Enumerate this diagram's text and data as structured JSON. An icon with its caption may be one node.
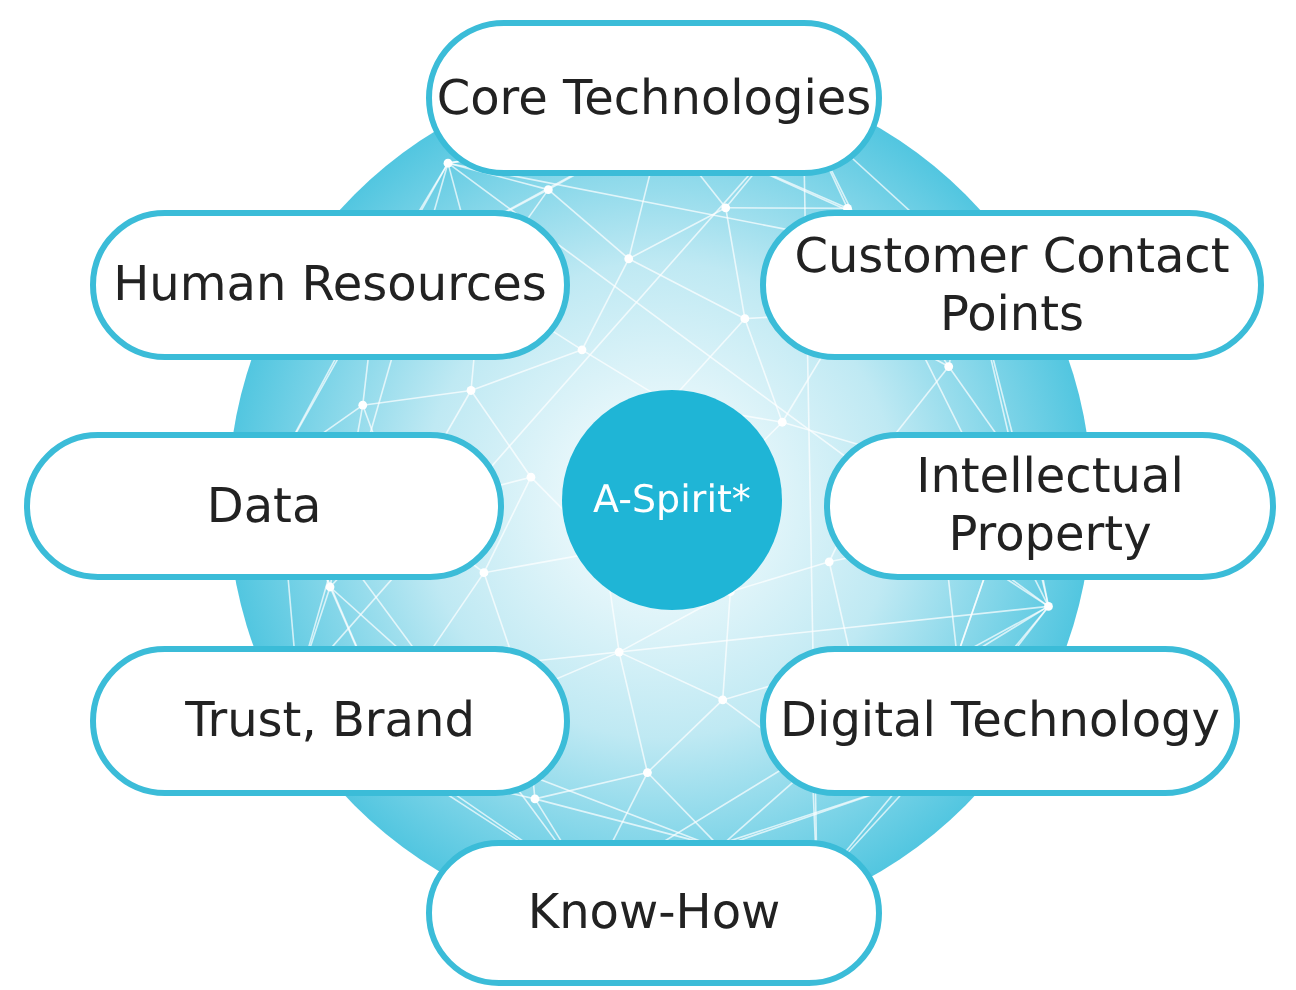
{
  "diagram": {
    "nodes": [
      {
        "text": [
          "Core Technologies"
        ]
      },
      {
        "text": [
          "Human Resources"
        ]
      },
      {
        "text": [
          "Customer Contact Points"
        ]
      },
      {
        "text": [
          "Data"
        ]
      },
      {
        "text": [
          "A-Spirit*"
        ]
      },
      {
        "text": [
          "Intellectual Property"
        ]
      },
      {
        "text": [
          "Trust, Brand"
        ]
      },
      {
        "text": [
          "Digital Technology"
        ]
      },
      {
        "text": [
          "Know-How"
        ]
      }
    ],
    "edges": []
  }
}
